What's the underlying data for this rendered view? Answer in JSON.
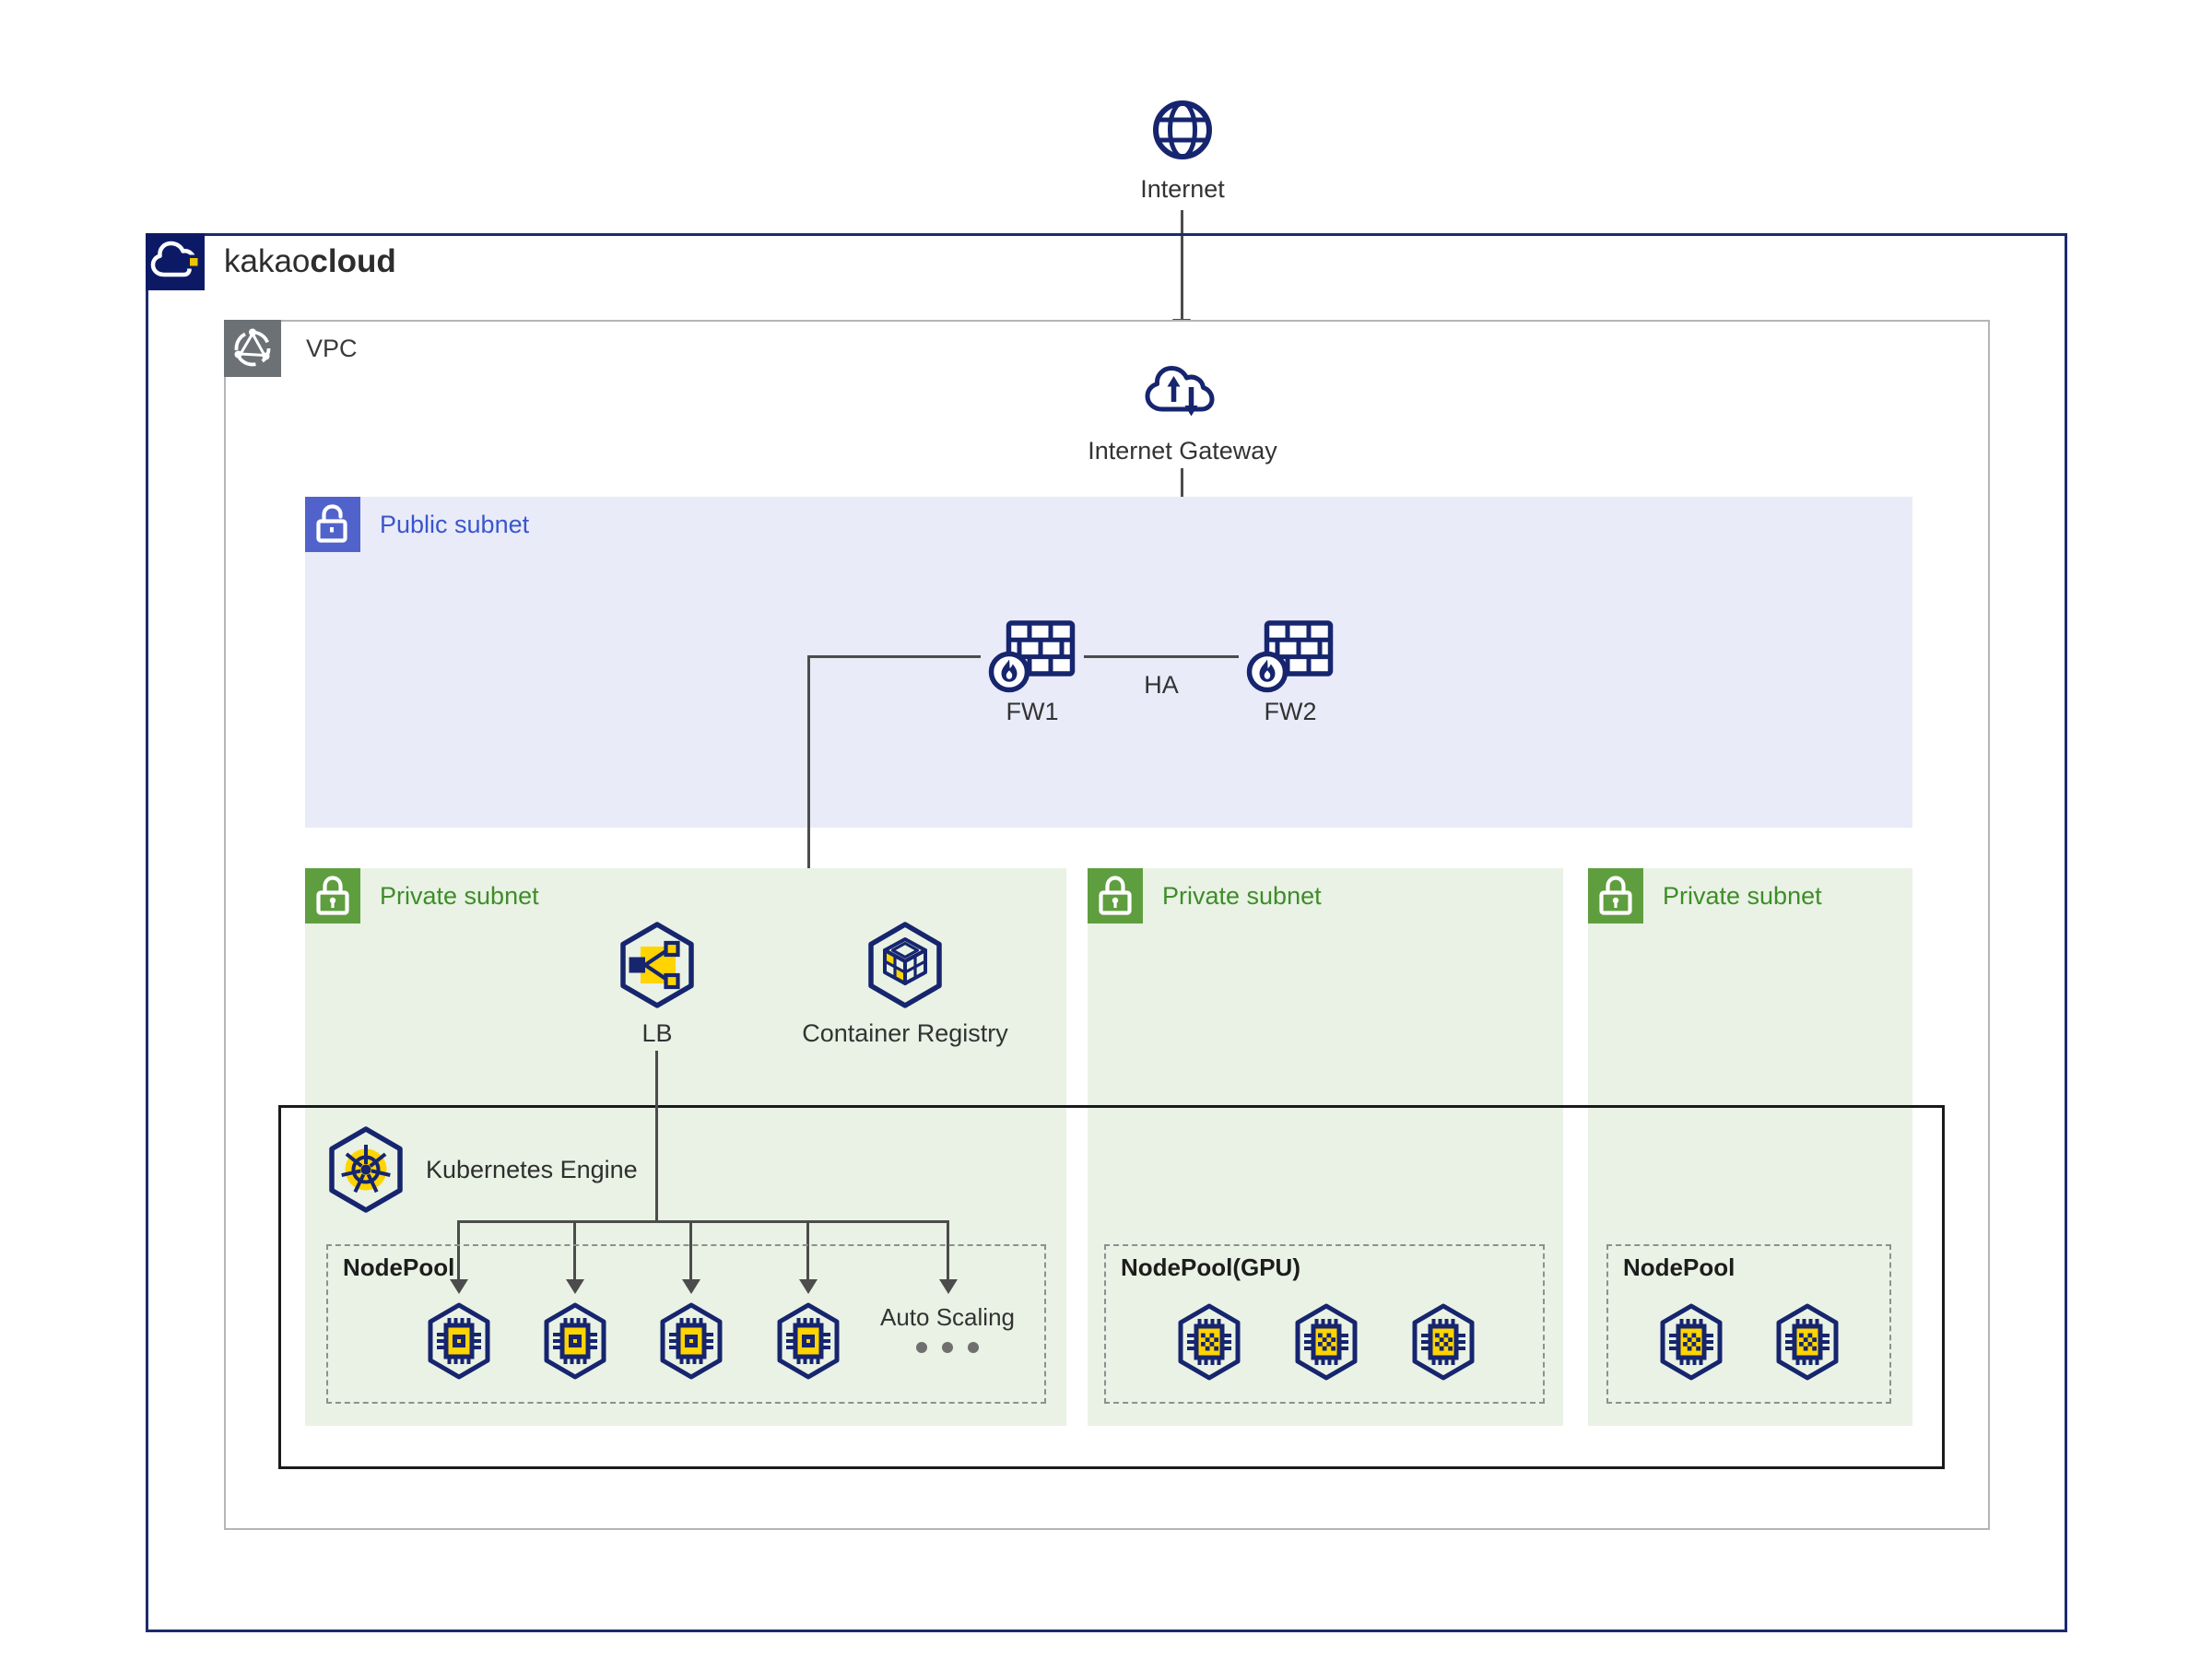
{
  "brand": {
    "prefix": "kakao",
    "suffix": "cloud"
  },
  "internet": {
    "label": "Internet"
  },
  "vpc": {
    "label": "VPC"
  },
  "internet_gateway": {
    "label": "Internet Gateway"
  },
  "public_subnet": {
    "label": "Public subnet",
    "ha_label": "HA",
    "firewalls": [
      {
        "label": "FW1"
      },
      {
        "label": "FW2"
      }
    ]
  },
  "kubernetes_engine": {
    "label": "Kubernetes Engine"
  },
  "private_subnets": [
    {
      "label": "Private subnet",
      "services": [
        {
          "name": "LB"
        },
        {
          "name": "Container Registry"
        }
      ],
      "nodepool": {
        "title": "NodePool",
        "node_count": 4,
        "node_type": "cpu",
        "autoscaling_label": "Auto Scaling"
      }
    },
    {
      "label": "Private subnet",
      "nodepool": {
        "title": "NodePool(GPU)",
        "node_count": 3,
        "node_type": "gpu"
      }
    },
    {
      "label": "Private subnet",
      "nodepool": {
        "title": "NodePool",
        "node_count": 2,
        "node_type": "gpu"
      }
    }
  ],
  "colors": {
    "icon_navy": "#16256e",
    "kakao_logo_navy": "#0c1a66",
    "accent_yellow": "#ffd400",
    "public_bg": "#e9ebf8",
    "public_accent": "#5163cb",
    "public_text": "#3a56cb",
    "private_bg": "#e9f2e4",
    "private_accent": "#5f9e3f",
    "private_text": "#3e8d29",
    "line_gray": "#4c4c4c",
    "border_navy": "#1c2b6e"
  }
}
